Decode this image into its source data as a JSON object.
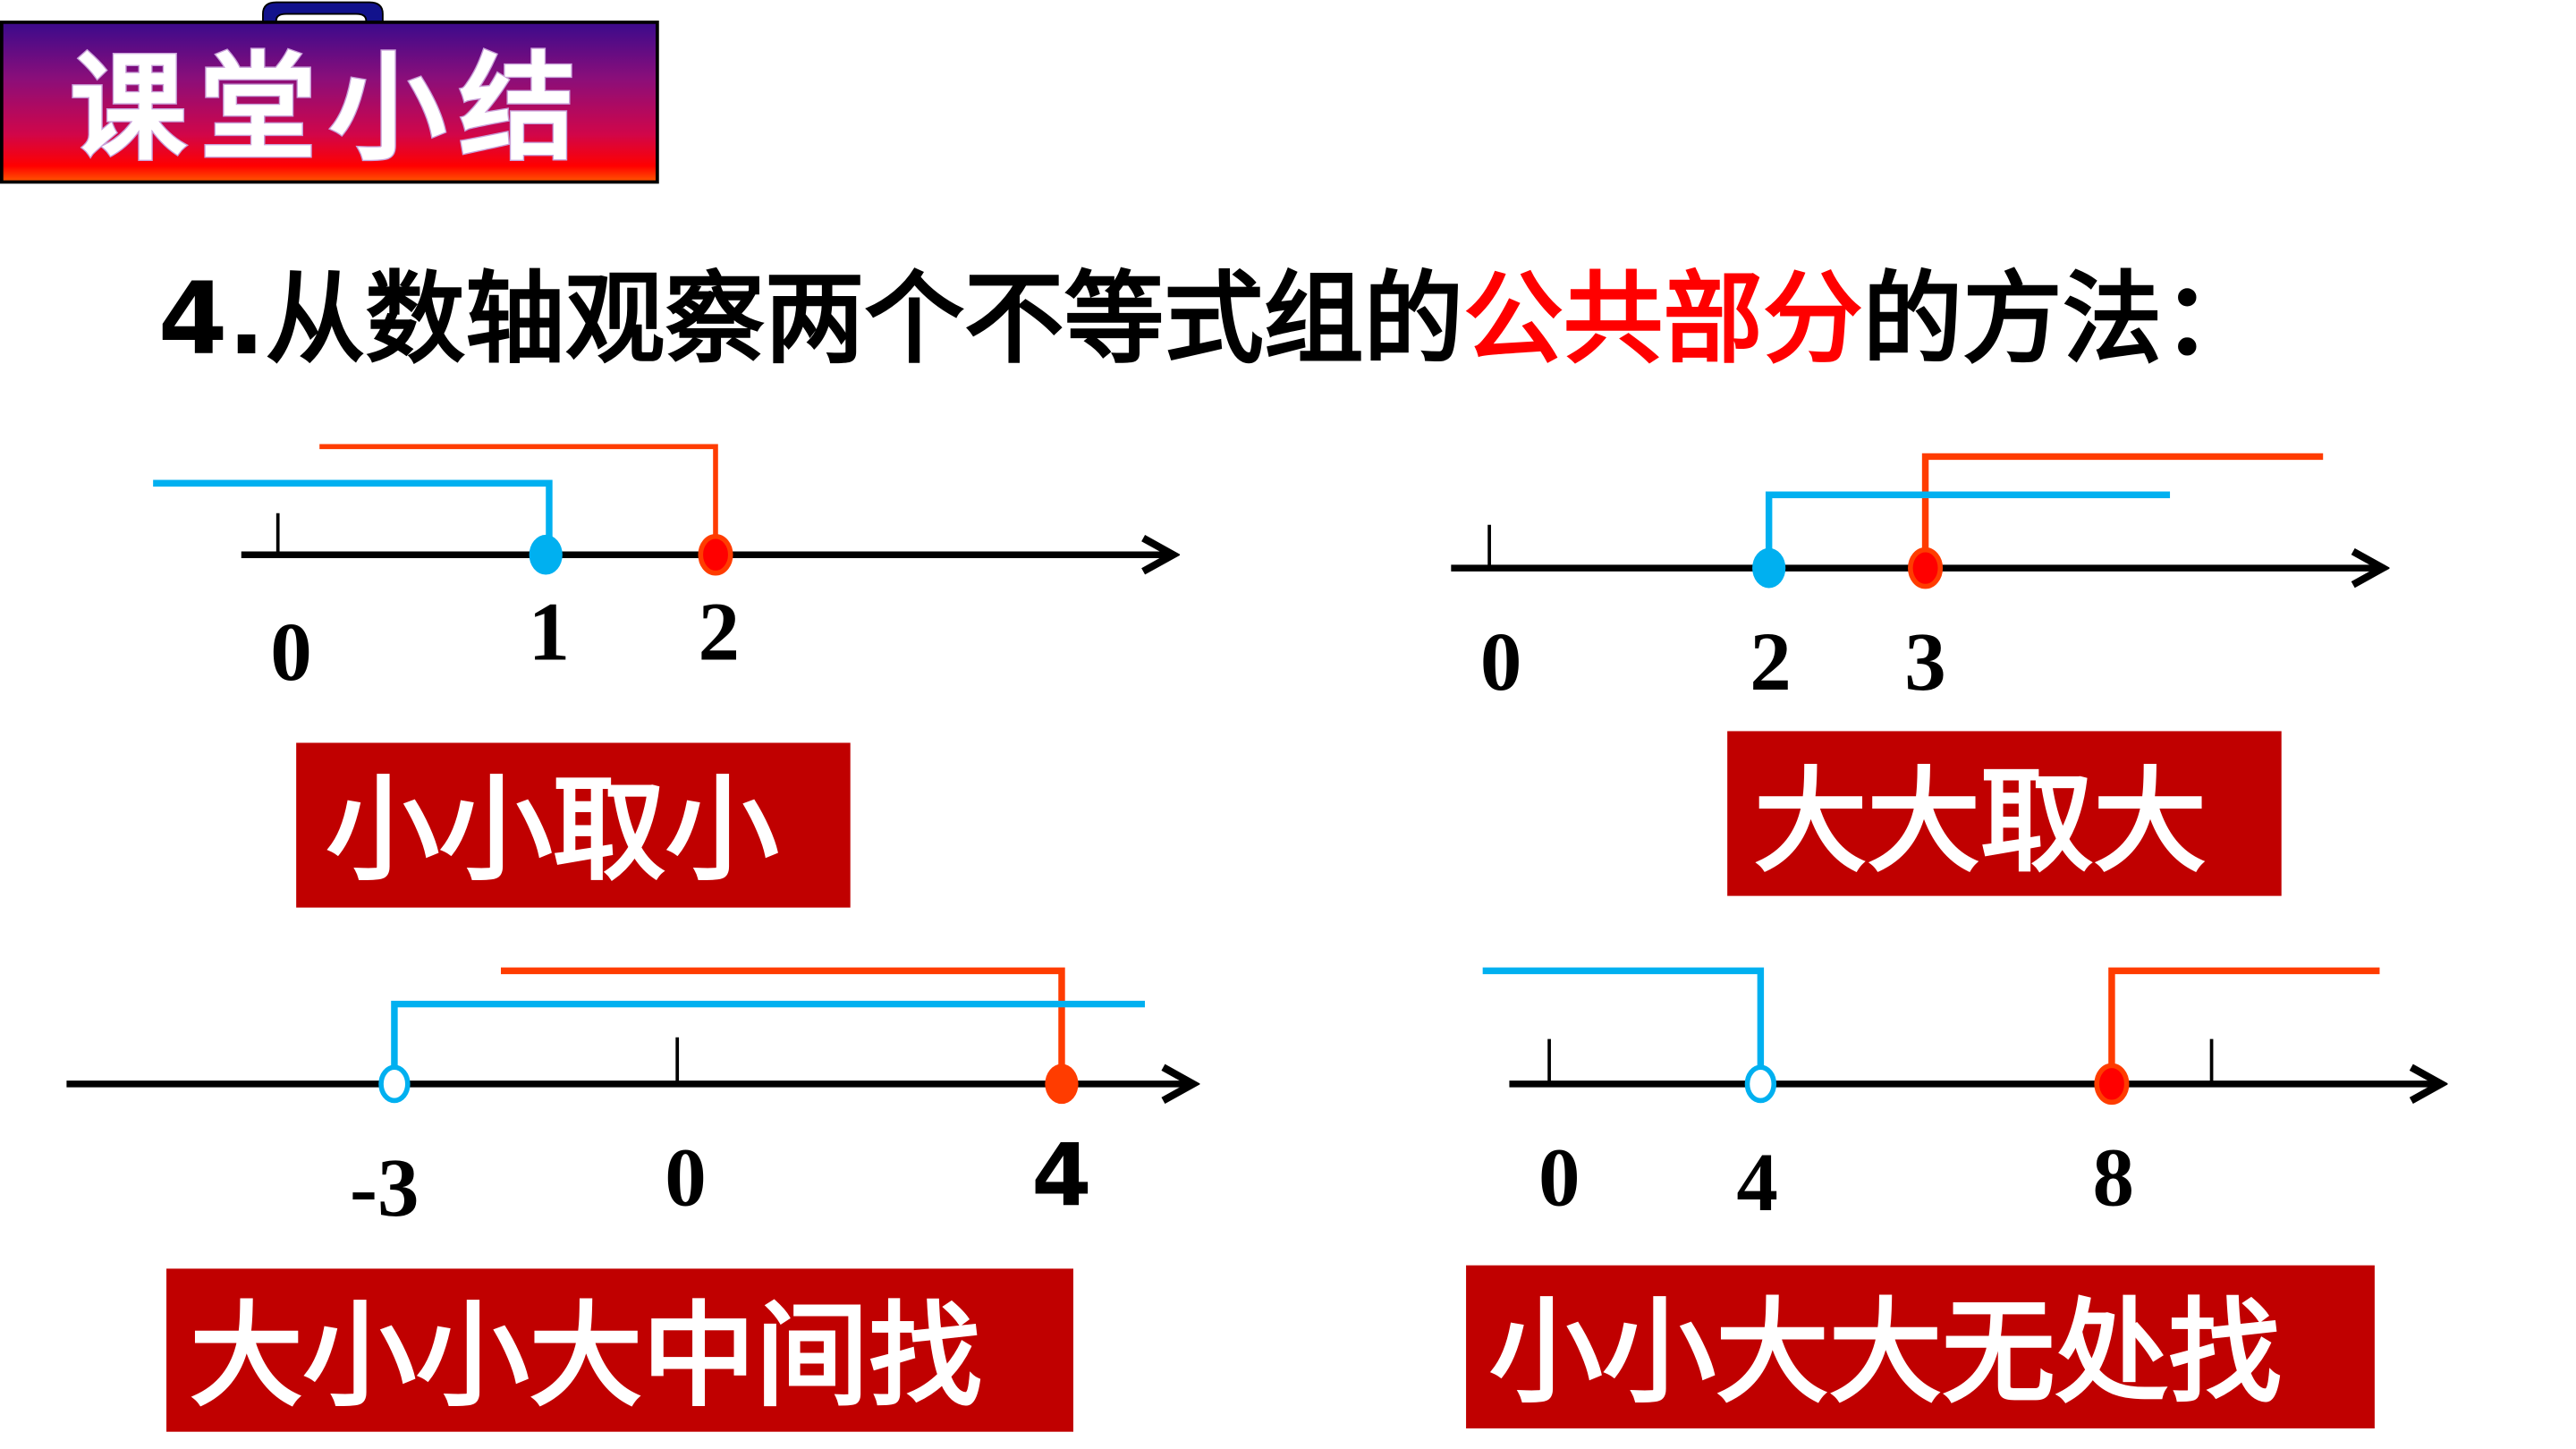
{
  "banner": {
    "title": "课堂小结",
    "gradient": [
      "#3a0a8c",
      "#8a0e7a",
      "#d0064a",
      "#ff0000",
      "#ff5a00"
    ],
    "handle_color": "#12128c"
  },
  "heading": {
    "prefix": "4.从数轴观察两个不等式组的",
    "highlight": "公共部分",
    "suffix": "的方法：",
    "text_color": "#000000",
    "highlight_color": "#ff0000"
  },
  "colors": {
    "blue": "#00b0f0",
    "red": "#ff3c00",
    "red_fill": "#ff0000",
    "axis": "#000000",
    "box": "#c00000",
    "box_text": "#ffffff"
  },
  "cases": [
    {
      "id": "small-small",
      "labels": {
        "zero": "0",
        "a": "1",
        "b": "2"
      },
      "rule": "小小取小",
      "blue": {
        "point": 1,
        "closed": true,
        "direction": "left"
      },
      "red": {
        "point": 2,
        "closed": true,
        "direction": "left"
      }
    },
    {
      "id": "large-large",
      "labels": {
        "zero": "0",
        "a": "2",
        "b": "3"
      },
      "rule": "大大取大",
      "blue": {
        "point": 2,
        "closed": true,
        "direction": "right"
      },
      "red": {
        "point": 3,
        "closed": true,
        "direction": "right"
      }
    },
    {
      "id": "between",
      "labels": {
        "a": "-3",
        "zero": "0",
        "b": "4"
      },
      "rule": "大小小大中间找",
      "blue": {
        "point": -3,
        "closed": false,
        "direction": "right"
      },
      "red": {
        "point": 4,
        "closed": true,
        "direction": "left"
      }
    },
    {
      "id": "none",
      "labels": {
        "zero": "0",
        "a": "4",
        "b": "8"
      },
      "rule": "小小大大无处找",
      "blue": {
        "point": 4,
        "closed": false,
        "direction": "left"
      },
      "red": {
        "point": 8,
        "closed": true,
        "direction": "right"
      }
    }
  ]
}
